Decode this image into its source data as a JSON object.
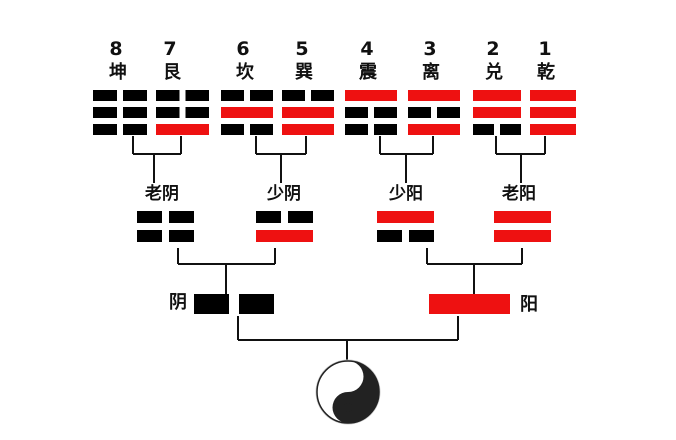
{
  "colors": {
    "yang": "#ee1111",
    "yin": "#000000",
    "line": "#111111"
  },
  "diagram": {
    "trigrams": [
      {
        "number": "8",
        "name": "坤",
        "lines": [
          "yin",
          "yin",
          "yin"
        ]
      },
      {
        "number": "7",
        "name": "艮",
        "lines": [
          "yang",
          "yin",
          "yin"
        ]
      },
      {
        "number": "6",
        "name": "坎",
        "lines": [
          "yin",
          "yang",
          "yin"
        ]
      },
      {
        "number": "5",
        "name": "巽",
        "lines": [
          "yang",
          "yang",
          "yin"
        ]
      },
      {
        "number": "4",
        "name": "震",
        "lines": [
          "yin",
          "yin",
          "yang"
        ]
      },
      {
        "number": "3",
        "name": "离",
        "lines": [
          "yang",
          "yin",
          "yang"
        ]
      },
      {
        "number": "2",
        "name": "兑",
        "lines": [
          "yin",
          "yang",
          "yang"
        ]
      },
      {
        "number": "1",
        "name": "乾",
        "lines": [
          "yang",
          "yang",
          "yang"
        ]
      }
    ],
    "four_images": [
      {
        "name": "老阴",
        "lines": [
          "yin",
          "yin"
        ]
      },
      {
        "name": "少阴",
        "lines": [
          "yang",
          "yin"
        ]
      },
      {
        "name": "少阳",
        "lines": [
          "yin",
          "yang"
        ]
      },
      {
        "name": "老阳",
        "lines": [
          "yang",
          "yang"
        ]
      }
    ],
    "two_modes": [
      {
        "name": "阴",
        "lines": [
          "yin"
        ]
      },
      {
        "name": "阳",
        "lines": [
          "yang"
        ]
      }
    ],
    "taiji_icon": "yin-yang-icon"
  }
}
